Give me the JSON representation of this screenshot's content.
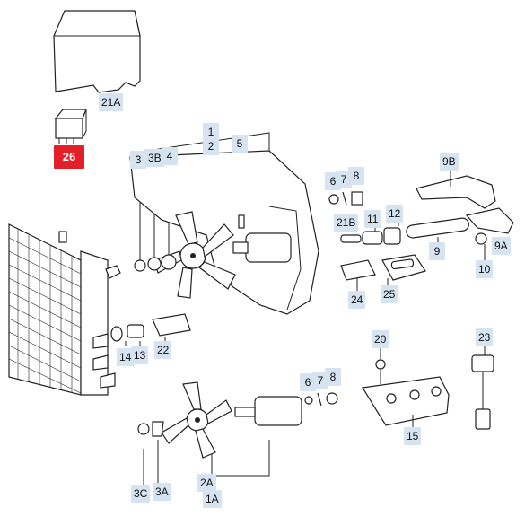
{
  "callouts": [
    {
      "id": "c21A",
      "label": "21A"
    },
    {
      "id": "c26",
      "label": "26",
      "highlight_color": "#e3202a"
    },
    {
      "id": "c1",
      "label": "1"
    },
    {
      "id": "c2",
      "label": "2"
    },
    {
      "id": "c5",
      "label": "5"
    },
    {
      "id": "c3",
      "label": "3"
    },
    {
      "id": "c3B",
      "label": "3B"
    },
    {
      "id": "c4",
      "label": "4"
    },
    {
      "id": "c6a",
      "label": "6"
    },
    {
      "id": "c7a",
      "label": "7"
    },
    {
      "id": "c8a",
      "label": "8"
    },
    {
      "id": "c9B",
      "label": "9B"
    },
    {
      "id": "c21B",
      "label": "21B"
    },
    {
      "id": "c11",
      "label": "11"
    },
    {
      "id": "c12",
      "label": "12"
    },
    {
      "id": "c9",
      "label": "9"
    },
    {
      "id": "c9A",
      "label": "9A"
    },
    {
      "id": "c10",
      "label": "10"
    },
    {
      "id": "c24",
      "label": "24"
    },
    {
      "id": "c25",
      "label": "25"
    },
    {
      "id": "c13",
      "label": "13"
    },
    {
      "id": "c14",
      "label": "14"
    },
    {
      "id": "c22",
      "label": "22"
    },
    {
      "id": "c20",
      "label": "20"
    },
    {
      "id": "c23",
      "label": "23"
    },
    {
      "id": "c6b",
      "label": "6"
    },
    {
      "id": "c7b",
      "label": "7"
    },
    {
      "id": "c8b",
      "label": "8"
    },
    {
      "id": "c15",
      "label": "15"
    },
    {
      "id": "c2A",
      "label": "2A"
    },
    {
      "id": "c3C",
      "label": "3C"
    },
    {
      "id": "c3A",
      "label": "3A"
    },
    {
      "id": "c1A",
      "label": "1A"
    }
  ],
  "colors": {
    "callout_bg": "#d6e3f1",
    "callout_red": "#e3202a",
    "line": "#222222"
  }
}
